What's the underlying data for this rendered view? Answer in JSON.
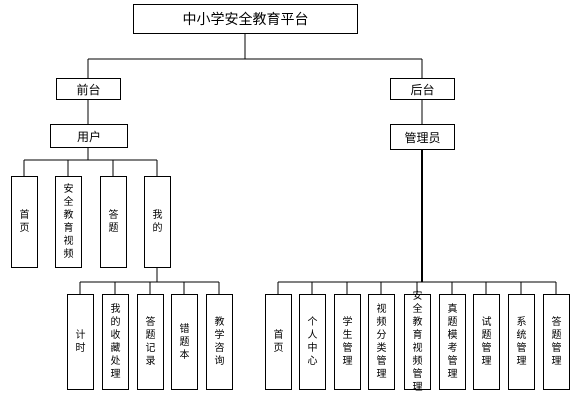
{
  "title": "中小学安全教育平台",
  "front": {
    "label": "前台",
    "user": "用户",
    "modules": [
      {
        "label": "首页"
      },
      {
        "label": "安全教育视频"
      },
      {
        "label": "答题"
      },
      {
        "label": "我的",
        "children": [
          "计时",
          "我的收藏处理",
          "答题记录",
          "错题本",
          "教学咨询"
        ]
      }
    ]
  },
  "back": {
    "label": "后台",
    "admin": "管理员",
    "modules": [
      "首页",
      "个人中心",
      "学生管理",
      "视频分类管理",
      "安全教育视频管理",
      "真题模考管理",
      "试题管理",
      "系统管理",
      "答题管理"
    ]
  }
}
